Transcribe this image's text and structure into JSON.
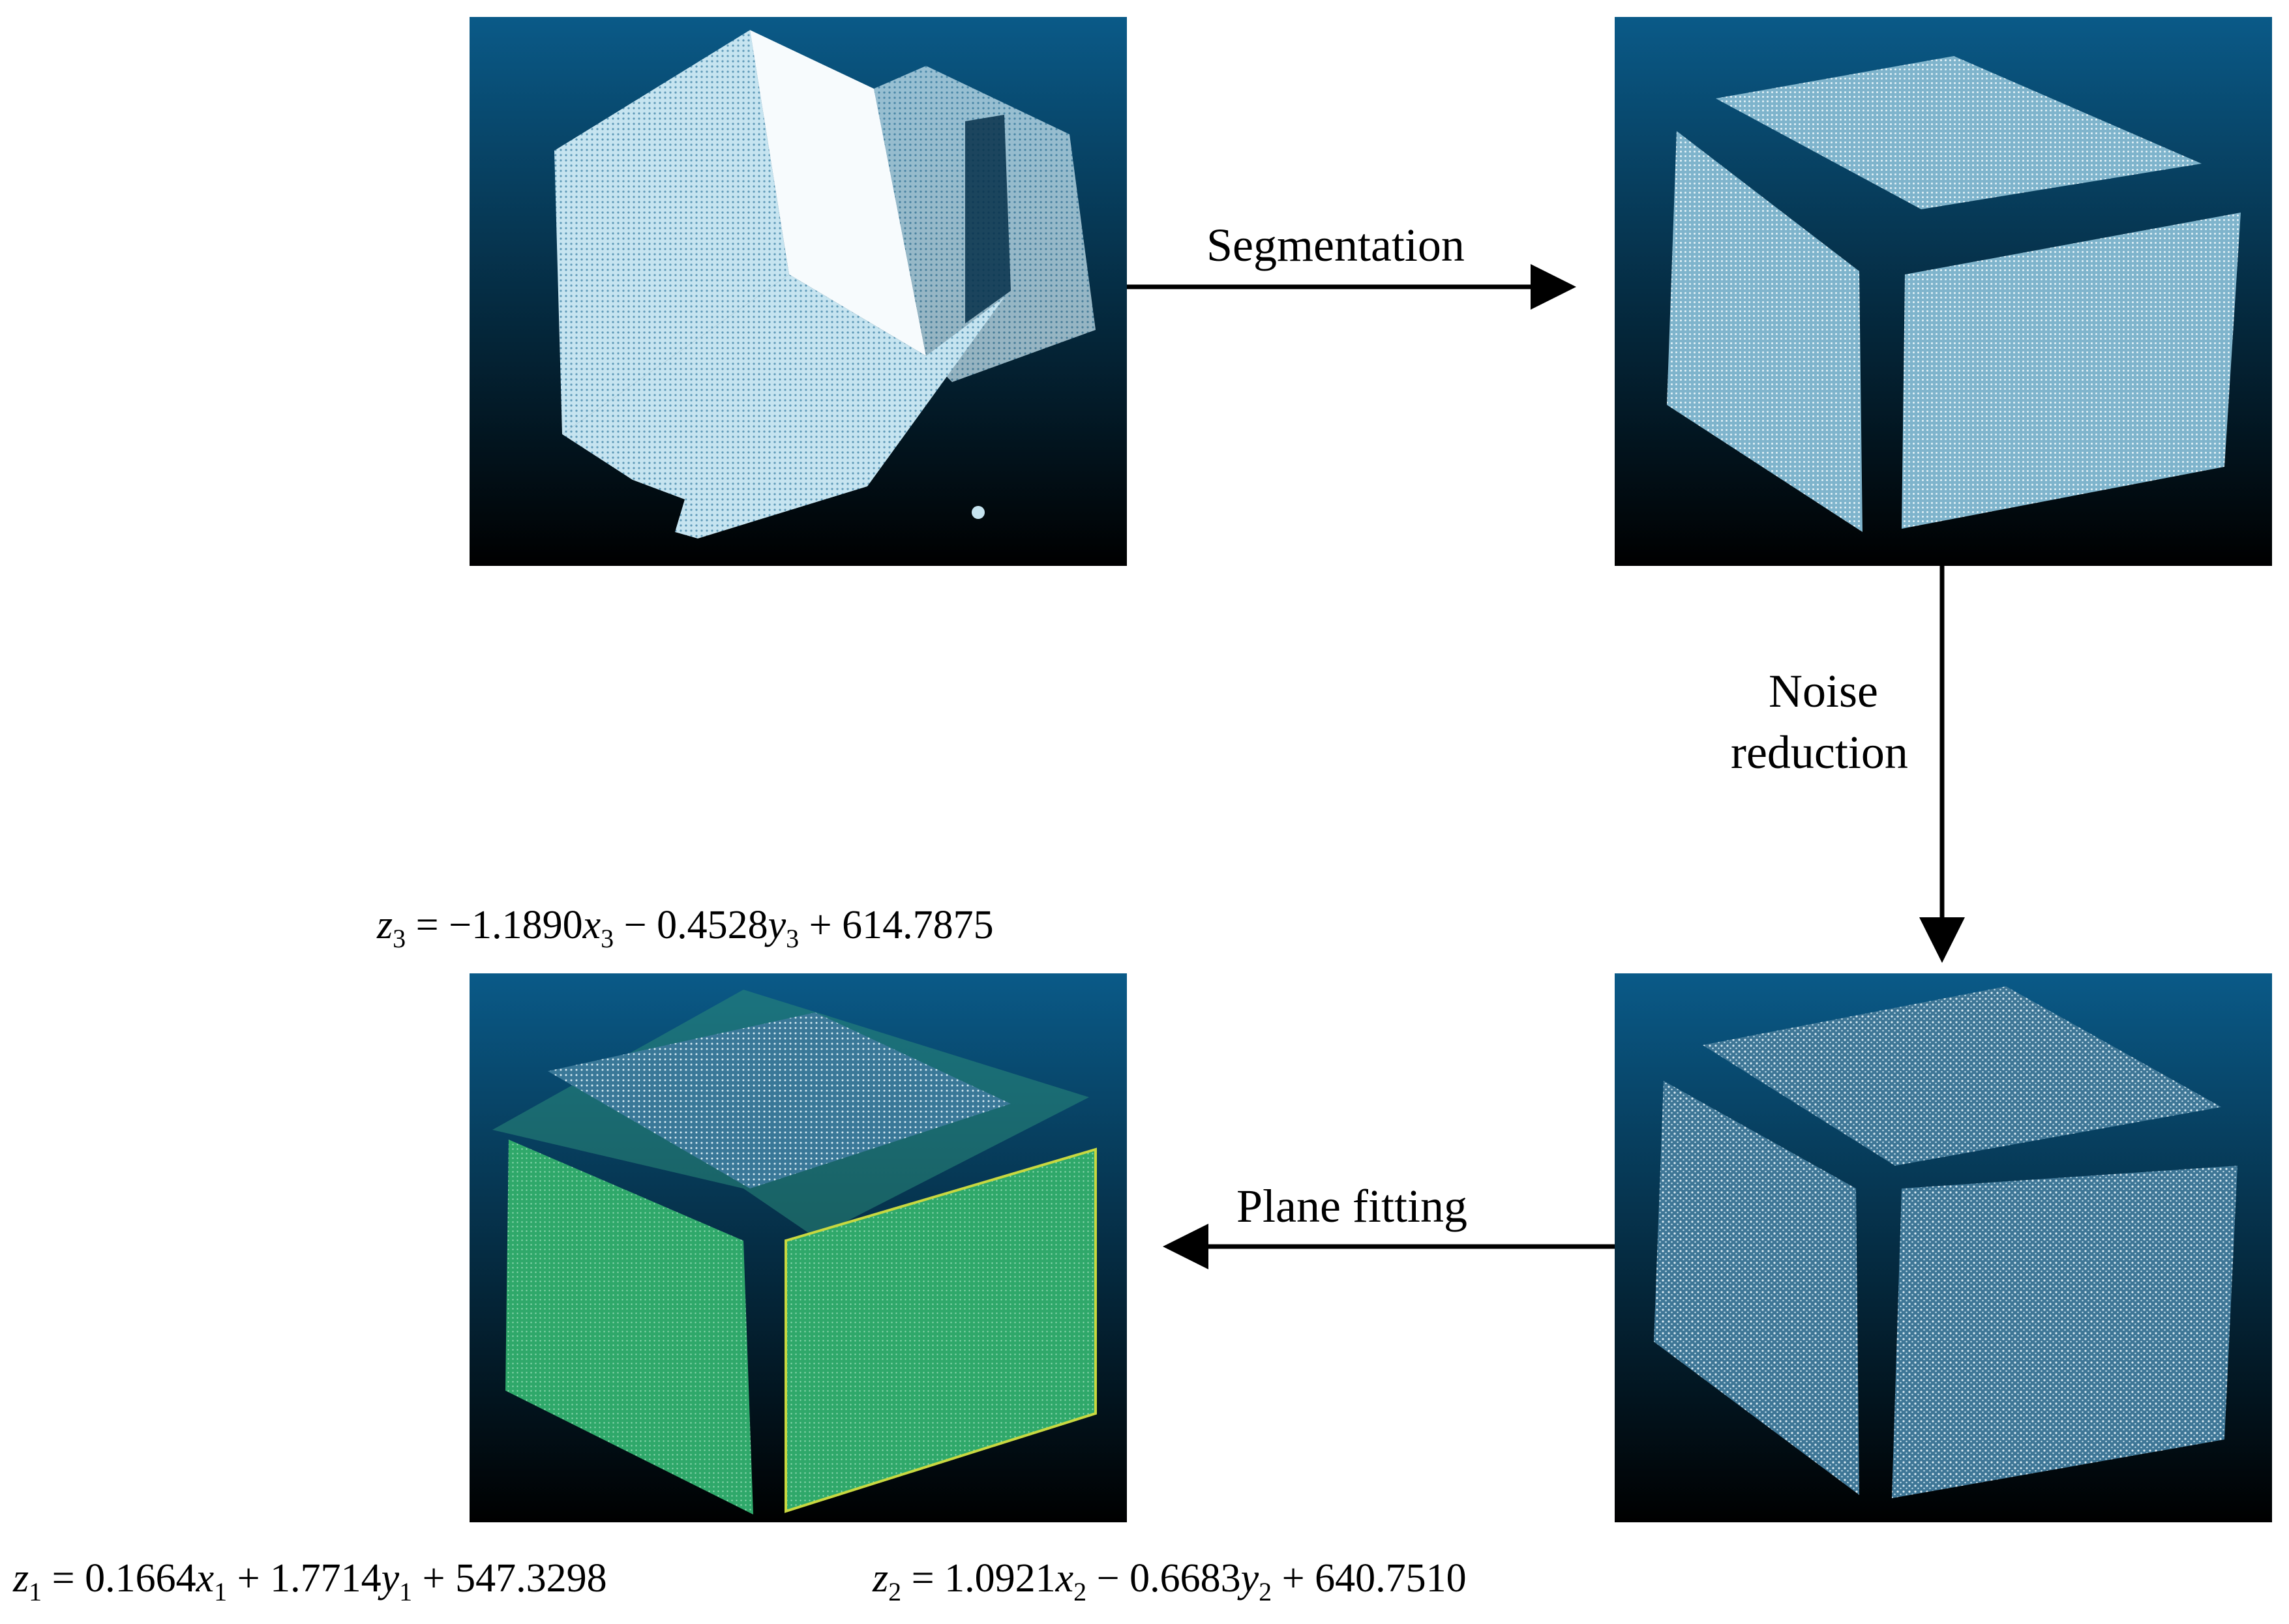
{
  "steps": {
    "segmentation": "Segmentation",
    "noise_line1": "Noise",
    "noise_line2": "reduction",
    "plane_fitting": "Plane fitting"
  },
  "equations": {
    "eq3": {
      "lhs": "z",
      "sub": "3",
      "rest": " = −1.1890x₃ − 0.4528y₃ + 614.7875",
      "a": "−1.1890",
      "b": "0.4528",
      "c": "614.7875",
      "op_b": "−",
      "op_c": "+"
    },
    "eq1": {
      "lhs": "z",
      "sub": "1",
      "a": "0.1664",
      "b": "1.7714",
      "c": "547.3298",
      "op_b": "+",
      "op_c": "+"
    },
    "eq2": {
      "lhs": "z",
      "sub": "2",
      "a": "1.0921",
      "b": "0.6683",
      "c": "640.7510",
      "op_b": "−",
      "op_c": "+"
    }
  },
  "colors": {
    "panel_top": "#0a5a88",
    "panel_bottom": "#000000",
    "points": "#d8eef6",
    "fitted_plane": "#2fa86a",
    "fitted_outline": "#c8d840"
  }
}
